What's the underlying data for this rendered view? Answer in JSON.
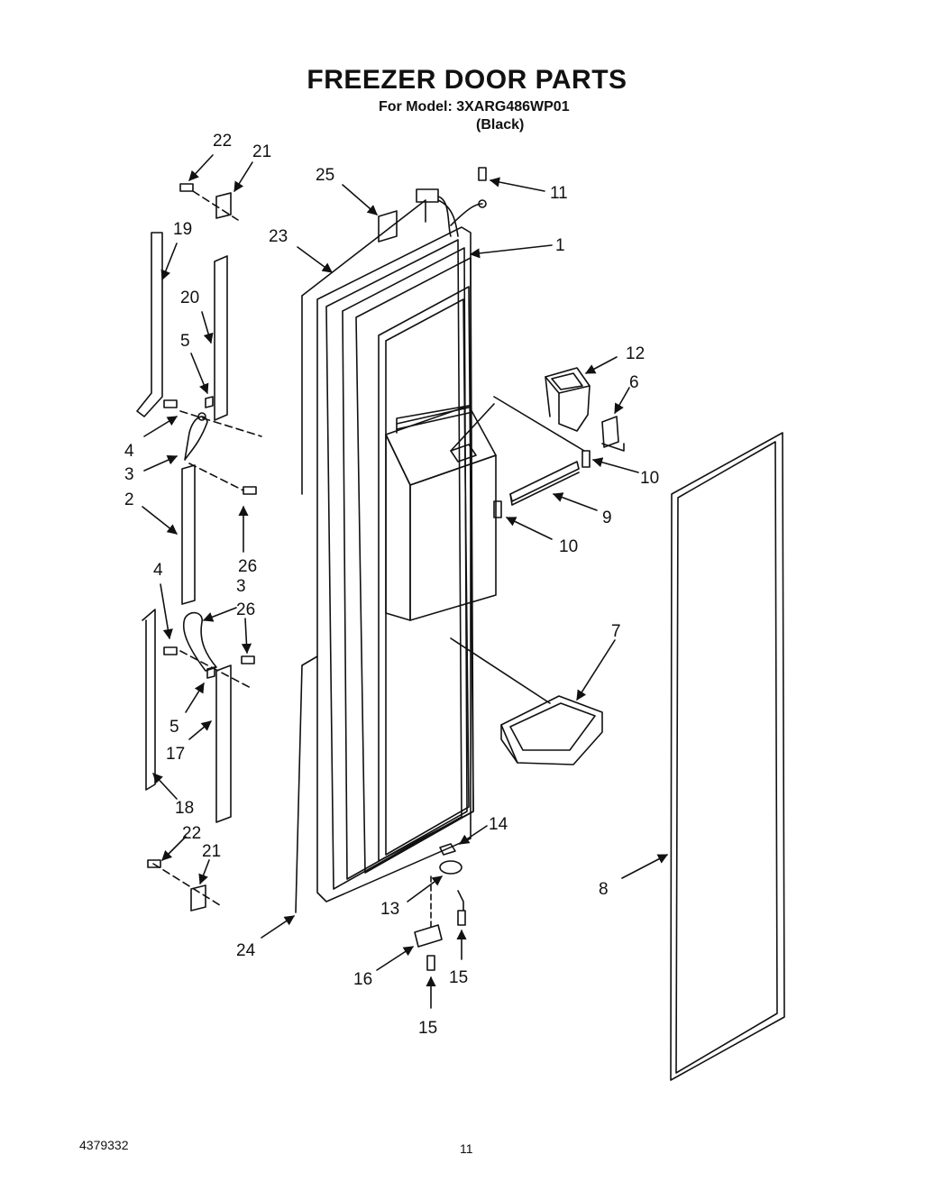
{
  "header": {
    "title": "FREEZER DOOR PARTS",
    "model_line": "For Model: 3XARG486WP01",
    "color_line": "(Black)"
  },
  "footer": {
    "document_number": "4379332",
    "page_number": "11"
  },
  "callouts": [
    {
      "id": "c22a",
      "label": "22"
    },
    {
      "id": "c21a",
      "label": "21"
    },
    {
      "id": "c25",
      "label": "25"
    },
    {
      "id": "c11",
      "label": "11"
    },
    {
      "id": "c19",
      "label": "19"
    },
    {
      "id": "c23",
      "label": "23"
    },
    {
      "id": "c1",
      "label": "1"
    },
    {
      "id": "c20",
      "label": "20"
    },
    {
      "id": "c5a",
      "label": "5"
    },
    {
      "id": "c12",
      "label": "12"
    },
    {
      "id": "c6",
      "label": "6"
    },
    {
      "id": "c4a",
      "label": "4"
    },
    {
      "id": "c3a",
      "label": "3"
    },
    {
      "id": "c10a",
      "label": "10"
    },
    {
      "id": "c2",
      "label": "2"
    },
    {
      "id": "c9",
      "label": "9"
    },
    {
      "id": "c10b",
      "label": "10"
    },
    {
      "id": "c26a",
      "label": "26"
    },
    {
      "id": "c4b",
      "label": "4"
    },
    {
      "id": "c3b",
      "label": "3"
    },
    {
      "id": "c26b",
      "label": "26"
    },
    {
      "id": "c7",
      "label": "7"
    },
    {
      "id": "c5b",
      "label": "5"
    },
    {
      "id": "c17",
      "label": "17"
    },
    {
      "id": "c18",
      "label": "18"
    },
    {
      "id": "c14",
      "label": "14"
    },
    {
      "id": "c22b",
      "label": "22"
    },
    {
      "id": "c21b",
      "label": "21"
    },
    {
      "id": "c8",
      "label": "8"
    },
    {
      "id": "c13",
      "label": "13"
    },
    {
      "id": "c24",
      "label": "24"
    },
    {
      "id": "c16",
      "label": "16"
    },
    {
      "id": "c15a",
      "label": "15"
    },
    {
      "id": "c15b",
      "label": "15"
    }
  ]
}
